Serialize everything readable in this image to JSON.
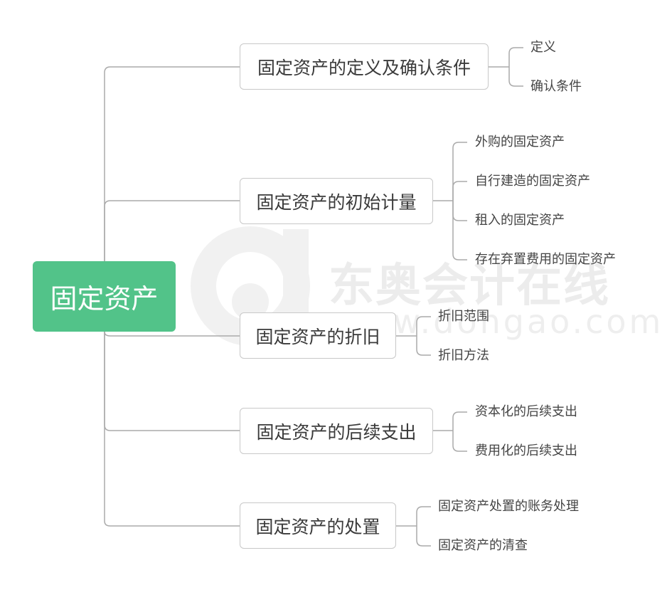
{
  "colors": {
    "root_fill": "#52c389",
    "connector": "#aaaaaa",
    "box_border": "#c8c8c8",
    "watermark": "#ececec"
  },
  "root": {
    "label": "固定资产"
  },
  "branches": [
    {
      "label": "固定资产的定义及确认条件",
      "children": [
        "定义",
        "确认条件"
      ]
    },
    {
      "label": "固定资产的初始计量",
      "children": [
        "外购的固定资产",
        "自行建造的固定资产",
        "租入的固定资产",
        "存在弃置费用的固定资产"
      ]
    },
    {
      "label": "固定资产的折旧",
      "children": [
        "折旧范围",
        "折旧方法"
      ]
    },
    {
      "label": "固定资产的后续支出",
      "children": [
        "资本化的后续支出",
        "费用化的后续支出"
      ]
    },
    {
      "label": "固定资产的处置",
      "children": [
        "固定资产处置的账务处理",
        "固定资产的清查"
      ]
    }
  ],
  "watermark": {
    "brand": "东奥会计在线",
    "url": "www.dongao.com",
    "icon": "dongao-logo-icon"
  }
}
